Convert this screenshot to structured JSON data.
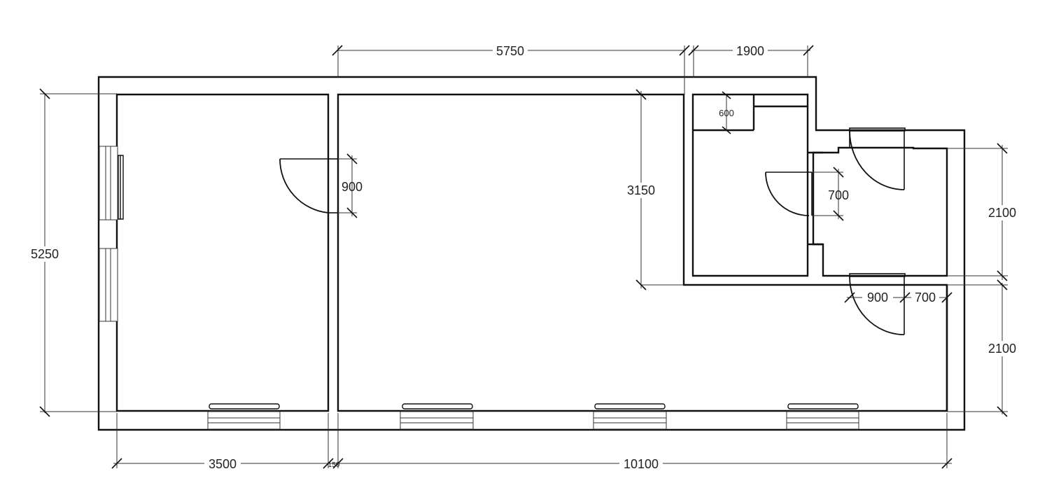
{
  "dimensions": {
    "top_main": "5750",
    "top_side": "1900",
    "left_height": "5250",
    "closet_depth": "600",
    "door_living": "900",
    "hall_depth": "3150",
    "door_bath": "700",
    "right_upper": "2100",
    "right_lower": "2100",
    "door_entry": "900",
    "entry_side": "700",
    "bottom_left": "3500",
    "bottom_wall": "150",
    "bottom_main": "10100"
  }
}
